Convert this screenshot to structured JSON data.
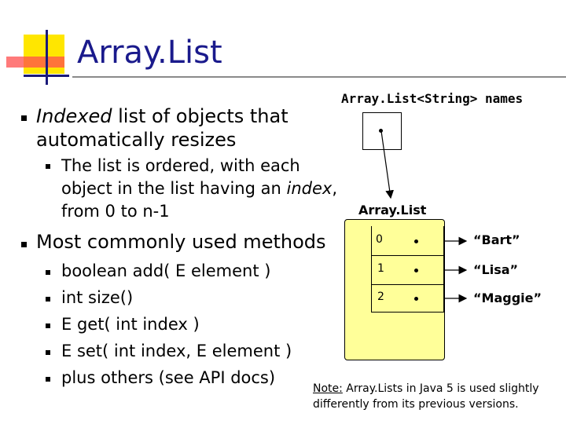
{
  "slide": {
    "title": "Array.List",
    "bullets": [
      {
        "italic": "Indexed",
        "text_rest_line1": " list of objects that",
        "text_line2": "automatically resizes",
        "sub": [
          {
            "line1": "The list is ordered, with each",
            "line2_pre": "object in the list having an ",
            "line2_italic": "index",
            "line2_post": ",",
            "line3": "from 0 to n-1"
          }
        ]
      },
      {
        "text": "Most commonly used methods",
        "sub": [
          "boolean add( E element )",
          "int size()",
          "E get( int index )",
          "E set( int index, E element )",
          "plus others (see API docs)"
        ]
      }
    ]
  },
  "diagram": {
    "variable_label": "Array.List<String> names",
    "list_label": "Array.List",
    "rows": [
      {
        "index": "0",
        "value": "“Bart”"
      },
      {
        "index": "1",
        "value": "“Lisa”"
      },
      {
        "index": "2",
        "value": "“Maggie”"
      }
    ]
  },
  "note": {
    "label": "Note:",
    "line1": " Array.Lists in Java 5 is used slightly",
    "line2": "differently from its previous versions."
  },
  "colors": {
    "title": "#1a1a8c",
    "list_fill": "#ffff99",
    "accent_yellow": "#ffe600",
    "accent_red": "#ff4d4d"
  }
}
